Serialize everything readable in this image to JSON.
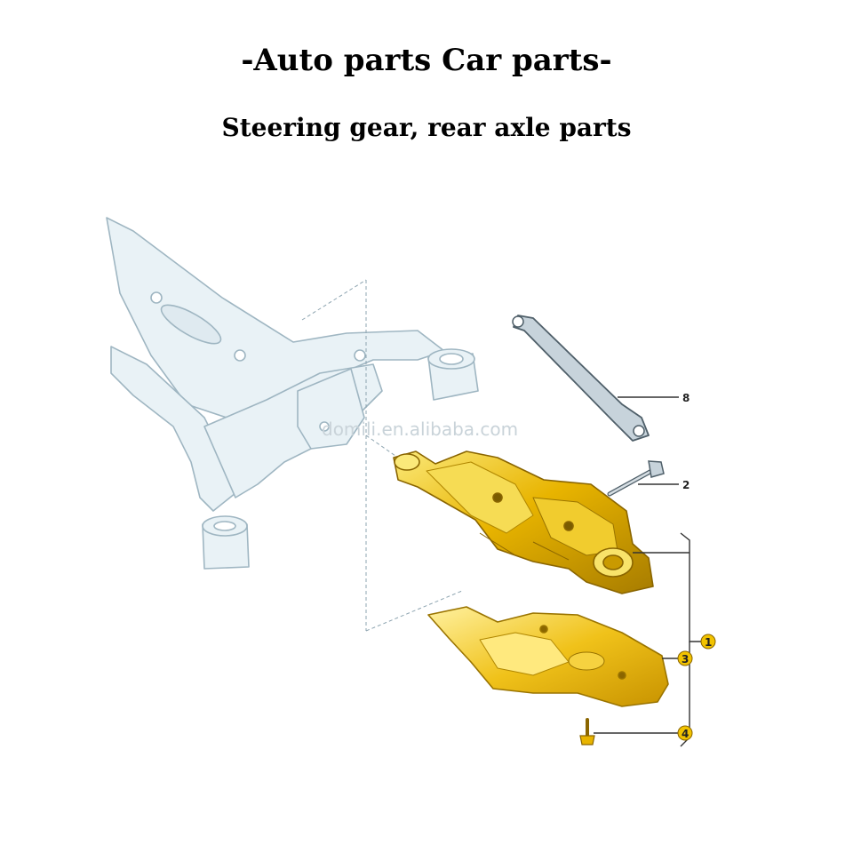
{
  "header": {
    "title": "-Auto parts Car parts-",
    "subtitle": "Steering gear, rear axle parts"
  },
  "watermark": "domili.en.alibaba.com",
  "callouts": [
    {
      "label": "8"
    },
    {
      "label": "2"
    },
    {
      "label": "1"
    },
    {
      "label": "3"
    },
    {
      "label": "4"
    }
  ],
  "colors": {
    "subframe_fill": "#e9f2f6",
    "subframe_stroke": "#9fb6c2",
    "gear_gold": "#e8b400",
    "gear_light": "#f8e36a",
    "gear_dark": "#9a7400",
    "callout_marker": "#f2c300",
    "link_gray": "#6b7a85"
  }
}
